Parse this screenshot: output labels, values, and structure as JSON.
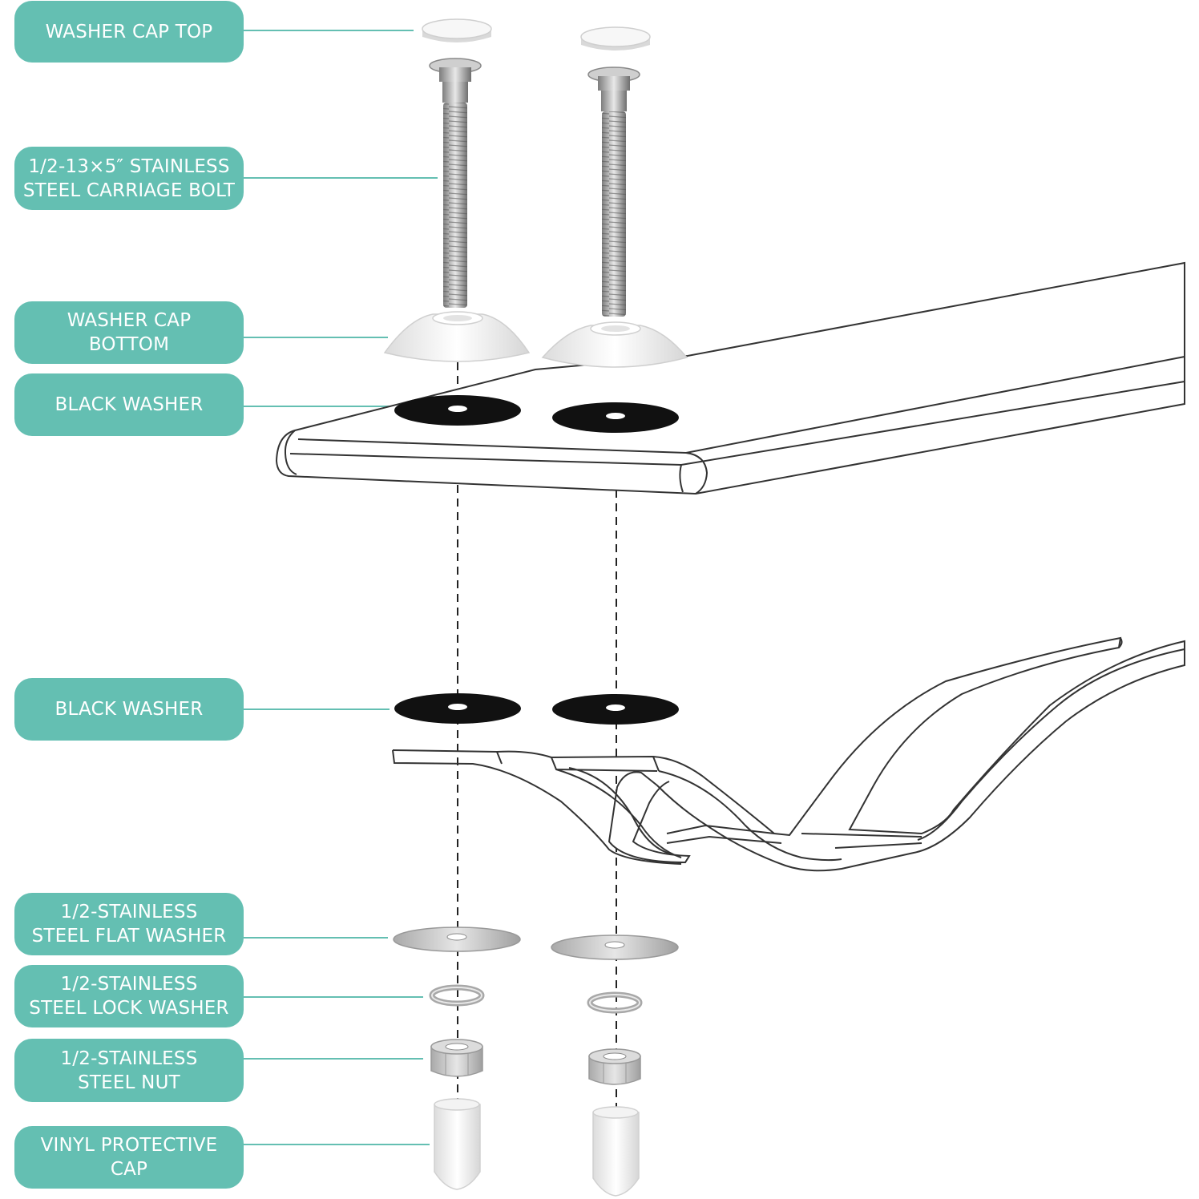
{
  "colors": {
    "label_bg": "#64bfb2",
    "label_text": "#ffffff",
    "leader_line": "#64bfb2",
    "outline": "#333333",
    "black_washer": "#111111",
    "steel": "#b9b9b9",
    "white_part": "#f2f2f2"
  },
  "labels": {
    "washer_cap_top": {
      "lines": [
        "WASHER CAP TOP"
      ]
    },
    "carriage_bolt": {
      "lines": [
        "1/2-13×5″ STAINLESS",
        "STEEL CARRIAGE BOLT"
      ]
    },
    "washer_cap_bottom": {
      "lines": [
        "WASHER CAP",
        "BOTTOM"
      ]
    },
    "black_washer_top": {
      "lines": [
        "BLACK WASHER"
      ]
    },
    "black_washer_bottom": {
      "lines": [
        "BLACK WASHER"
      ]
    },
    "flat_washer": {
      "lines": [
        "1/2-STAINLESS",
        "STEEL FLAT WASHER"
      ]
    },
    "lock_washer": {
      "lines": [
        "1/2-STAINLESS",
        "STEEL LOCK WASHER"
      ]
    },
    "nut": {
      "lines": [
        "1/2-STAINLESS",
        "STEEL NUT"
      ]
    },
    "vinyl_cap": {
      "lines": [
        "VINYL PROTECTIVE",
        "CAP"
      ]
    }
  }
}
